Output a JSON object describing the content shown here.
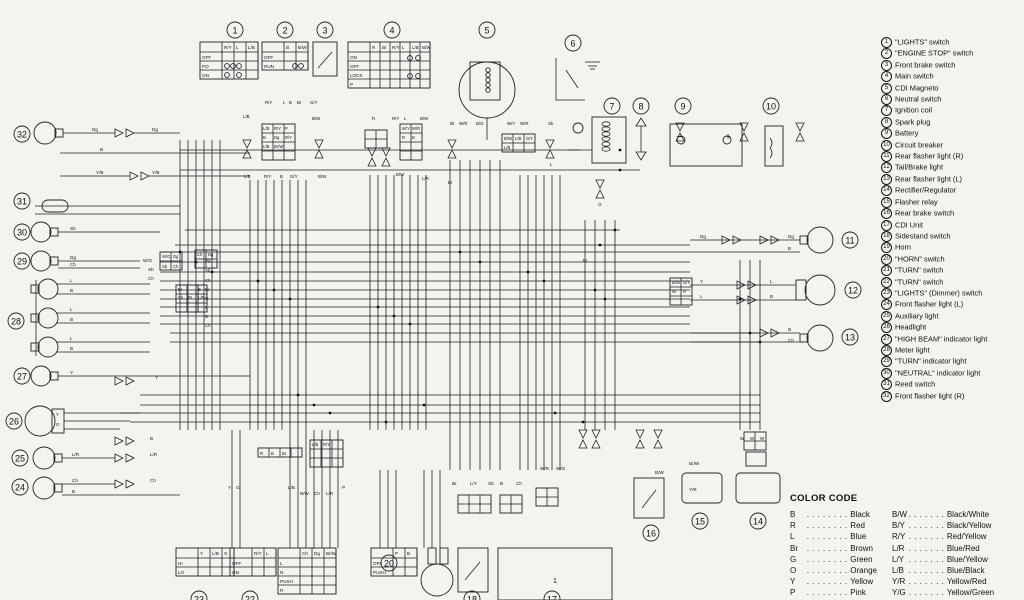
{
  "components": [
    {
      "n": "1",
      "name": "\"LIGHTS\" switch"
    },
    {
      "n": "2",
      "name": "\"ENGINE STOP\" switch"
    },
    {
      "n": "3",
      "name": "Front brake switch"
    },
    {
      "n": "4",
      "name": "Main switch"
    },
    {
      "n": "5",
      "name": "CDI Magneto"
    },
    {
      "n": "6",
      "name": "Neutral switch"
    },
    {
      "n": "7",
      "name": "Ignition coil"
    },
    {
      "n": "8",
      "name": "Spark plug"
    },
    {
      "n": "9",
      "name": "Battery"
    },
    {
      "n": "10",
      "name": "Circuit breaker"
    },
    {
      "n": "11",
      "name": "Rear flasher light (R)"
    },
    {
      "n": "12",
      "name": "Tail/Brake light"
    },
    {
      "n": "13",
      "name": "Rear flasher light (L)"
    },
    {
      "n": "14",
      "name": "Rectifier/Regulator"
    },
    {
      "n": "15",
      "name": "Flasher relay"
    },
    {
      "n": "16",
      "name": "Rear brake switch"
    },
    {
      "n": "17",
      "name": "CDI Unit"
    },
    {
      "n": "18",
      "name": "Sidestand switch"
    },
    {
      "n": "19",
      "name": "Horn"
    },
    {
      "n": "20",
      "name": "\"HORN\" switch"
    },
    {
      "n": "21",
      "name": "\"TURN\" switch"
    },
    {
      "n": "22",
      "name": "\"TURN\" switch"
    },
    {
      "n": "23",
      "name": "\"LIGHTS\" (Dimmer) switch"
    },
    {
      "n": "24",
      "name": "Front flasher light (L)"
    },
    {
      "n": "25",
      "name": "Auxiliary light"
    },
    {
      "n": "26",
      "name": "Headlight"
    },
    {
      "n": "27",
      "name": "\"HIGH BEAM\" indicator light"
    },
    {
      "n": "28",
      "name": "Meter light"
    },
    {
      "n": "29",
      "name": "\"TURN\" indicator light"
    },
    {
      "n": "30",
      "name": "\"NEUTRAL\" indicator light"
    },
    {
      "n": "31",
      "name": "Reed switch"
    },
    {
      "n": "32",
      "name": "Front flasher light (R)"
    }
  ],
  "color_code": {
    "title": "COLOR CODE",
    "single": [
      {
        "code": "B",
        "color": "Black"
      },
      {
        "code": "R",
        "color": "Red"
      },
      {
        "code": "L",
        "color": "Blue"
      },
      {
        "code": "Br",
        "color": "Brown"
      },
      {
        "code": "G",
        "color": "Green"
      },
      {
        "code": "O",
        "color": "Orange"
      },
      {
        "code": "Y",
        "color": "Yellow"
      },
      {
        "code": "P",
        "color": "Pink"
      }
    ],
    "dual": [
      {
        "code": "B/W",
        "color": "Black/White"
      },
      {
        "code": "B/Y",
        "color": "Black/Yellow"
      },
      {
        "code": "R/Y",
        "color": "Red/Yellow"
      },
      {
        "code": "L/R",
        "color": "Blue/Red"
      },
      {
        "code": "L/Y",
        "color": "Blue/Yellow"
      },
      {
        "code": "L/B",
        "color": "Blue/Black"
      },
      {
        "code": "Y/R",
        "color": "Yellow/Red"
      },
      {
        "code": "Y/G",
        "color": "Yellow/Green"
      }
    ]
  },
  "switch_cells": {
    "lights_header": [
      "R/Y",
      "L",
      "L/B"
    ],
    "lights_rows": [
      "OFF",
      "PO",
      "ON"
    ],
    "stop_header": [
      "B",
      "B/W"
    ],
    "stop_rows": [
      "OFF",
      "RUN"
    ],
    "main_header": [
      "R",
      "Br",
      "R/Y",
      "L",
      "L/B",
      "B/W"
    ],
    "main_rows": [
      "ON",
      "OFF",
      "LOCK",
      "P"
    ],
    "dimmer_header": [
      "Y",
      "L/B",
      "G"
    ],
    "dimmer_rows": [
      "HI",
      "LO"
    ],
    "turn_header": [
      "R/Y",
      "L"
    ],
    "turn_rows": [
      "OFF",
      "ON"
    ],
    "turn2_header": [
      "Ch",
      "Dg",
      "Br/W"
    ],
    "turn2_rows": [
      "L",
      "N",
      "PUSH",
      "R"
    ],
    "horn_header": [
      "P",
      "B"
    ],
    "horn_rows": [
      "OFF",
      "PUSH"
    ]
  },
  "wire_labels": {
    "dg": "Dg",
    "b": "B",
    "y_b": "Y/B",
    "sb": "Sb",
    "ch": "Ch",
    "w_g": "W/G",
    "l": "L",
    "y": "Y",
    "l_r": "L/R",
    "br": "Br",
    "g": "G",
    "r": "R",
    "w": "W",
    "o": "O",
    "r_y": "R/Y",
    "l_b": "L/B",
    "b_w": "B/W",
    "g_y": "G/Y",
    "w_r": "W/R",
    "b_g": "B/G",
    "w_y": "W/Y",
    "p": "P",
    "br_w": "Br/W",
    "l_y": "L/Y",
    "y_r": "Y/R"
  },
  "cdi_label": "1",
  "connector_texts": [
    "W/G",
    "Sb",
    "Dg",
    "Ch",
    "Ch",
    "Dg",
    "Br",
    "Sb",
    "Br",
    "B",
    "L/R",
    "L/B",
    "R/Y",
    "P",
    "B",
    "Dg",
    "R/Y",
    "L/B",
    "Br/W",
    "W/Y",
    "W/R",
    "R",
    "B",
    "B/W",
    "L/B",
    "G/Y",
    "L/B",
    "B/W",
    "G/Y",
    "W",
    "R",
    "R",
    "B",
    "Br",
    "L/B",
    "R/Y"
  ]
}
